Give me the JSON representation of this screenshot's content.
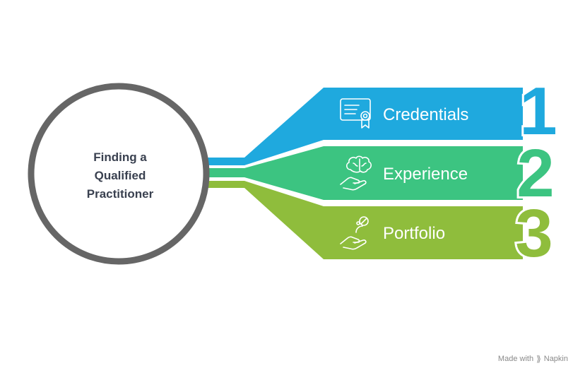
{
  "center": {
    "title_lines": [
      "Finding a",
      "Qualified",
      "Practitioner"
    ]
  },
  "items": [
    {
      "number": "1",
      "label": "Credentials",
      "icon": "certificate-icon",
      "color": "#1fa9de"
    },
    {
      "number": "2",
      "label": "Experience",
      "icon": "brain-in-hand-icon",
      "color": "#3cc481"
    },
    {
      "number": "3",
      "label": "Portfolio",
      "icon": "hand-with-person-icon",
      "color": "#8fbd3c"
    }
  ],
  "colors": {
    "ring": "#666666",
    "center_text": "#3a4150"
  },
  "watermark": {
    "prefix": "Made with",
    "brand": "Napkin"
  }
}
